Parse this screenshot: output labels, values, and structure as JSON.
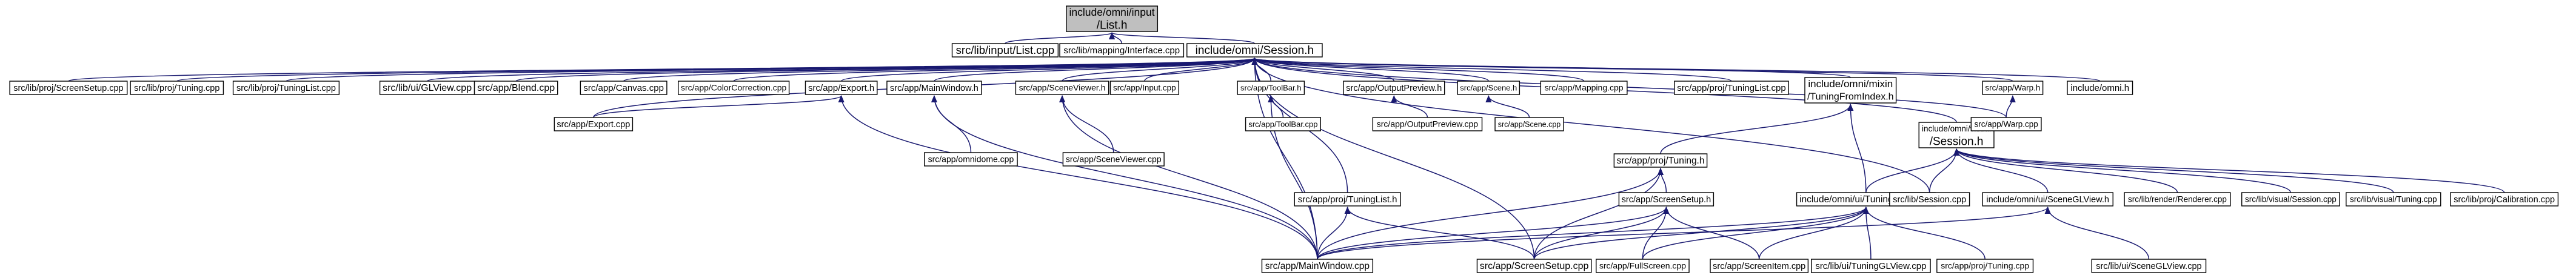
{
  "diagram": {
    "type": "include-dependency-graph",
    "colors": {
      "edge": "#191970",
      "root_fill": "#bfbfbf",
      "node_fill": "#ffffff",
      "border": "#000000"
    },
    "nodes": [
      {
        "id": "root",
        "lines": [
          "include/omni/input",
          "/List.h"
        ],
        "root": true
      },
      {
        "id": "lib_input_list",
        "lines": [
          "src/lib/input/List.cpp"
        ]
      },
      {
        "id": "lib_mapping_iface",
        "lines": [
          "src/lib/mapping/Interface.cpp"
        ]
      },
      {
        "id": "session_h",
        "lines": [
          "include/omni/Session.h"
        ]
      },
      {
        "id": "proj_screensetup",
        "lines": [
          "src/lib/proj/ScreenSetup.cpp"
        ]
      },
      {
        "id": "proj_tuning",
        "lines": [
          "src/lib/proj/Tuning.cpp"
        ]
      },
      {
        "id": "proj_tuninglist",
        "lines": [
          "src/lib/proj/TuningList.cpp"
        ]
      },
      {
        "id": "ui_glview",
        "lines": [
          "src/lib/ui/GLView.cpp"
        ]
      },
      {
        "id": "app_blend",
        "lines": [
          "src/app/Blend.cpp"
        ]
      },
      {
        "id": "app_canvas",
        "lines": [
          "src/app/Canvas.cpp"
        ]
      },
      {
        "id": "app_colorcorr",
        "lines": [
          "src/app/ColorCorrection.cpp"
        ]
      },
      {
        "id": "app_export_h",
        "lines": [
          "src/app/Export.h"
        ]
      },
      {
        "id": "app_mainwindow_h",
        "lines": [
          "src/app/MainWindow.h"
        ]
      },
      {
        "id": "app_sceneviewer_h",
        "lines": [
          "src/app/SceneViewer.h"
        ]
      },
      {
        "id": "app_input",
        "lines": [
          "src/app/Input.cpp"
        ]
      },
      {
        "id": "app_toolbar_h",
        "lines": [
          "src/app/ToolBar.h"
        ]
      },
      {
        "id": "app_outputpreview_h",
        "lines": [
          "src/app/OutputPreview.h"
        ]
      },
      {
        "id": "app_scene_h",
        "lines": [
          "src/app/Scene.h"
        ]
      },
      {
        "id": "app_mapping",
        "lines": [
          "src/app/Mapping.cpp"
        ]
      },
      {
        "id": "app_proj_tuninglist_cpp",
        "lines": [
          "src/app/proj/TuningList.cpp"
        ]
      },
      {
        "id": "mixin_tuningfromindex",
        "lines": [
          "include/omni/mixin",
          "/TuningFromIndex.h"
        ]
      },
      {
        "id": "visual_session_h",
        "lines": [
          "include/omni/visual",
          "/Session.h"
        ]
      },
      {
        "id": "app_warp_h",
        "lines": [
          "src/app/Warp.h"
        ]
      },
      {
        "id": "include_omni_h",
        "lines": [
          "include/omni.h"
        ]
      },
      {
        "id": "app_export_cpp",
        "lines": [
          "src/app/Export.cpp"
        ]
      },
      {
        "id": "app_omnidome",
        "lines": [
          "src/app/omnidome.cpp"
        ]
      },
      {
        "id": "app_sceneviewer_cpp",
        "lines": [
          "src/app/SceneViewer.cpp"
        ]
      },
      {
        "id": "app_toolbar_cpp",
        "lines": [
          "src/app/ToolBar.cpp"
        ]
      },
      {
        "id": "app_outputpreview_cpp",
        "lines": [
          "src/app/OutputPreview.cpp"
        ]
      },
      {
        "id": "app_scene_cpp",
        "lines": [
          "src/app/Scene.cpp"
        ]
      },
      {
        "id": "app_warp_cpp",
        "lines": [
          "src/app/Warp.cpp"
        ]
      },
      {
        "id": "app_proj_tuning_h",
        "lines": [
          "src/app/proj/Tuning.h"
        ]
      },
      {
        "id": "app_proj_tuninglist_h",
        "lines": [
          "src/app/proj/TuningList.h"
        ]
      },
      {
        "id": "app_screensetup_h",
        "lines": [
          "src/app/ScreenSetup.h"
        ]
      },
      {
        "id": "ui_tuningglview_h",
        "lines": [
          "include/omni/ui/TuningGLView.h"
        ]
      },
      {
        "id": "lib_session_cpp",
        "lines": [
          "src/lib/Session.cpp"
        ]
      },
      {
        "id": "ui_sceneglview_h",
        "lines": [
          "include/omni/ui/SceneGLView.h"
        ]
      },
      {
        "id": "render_renderer",
        "lines": [
          "src/lib/render/Renderer.cpp"
        ]
      },
      {
        "id": "visual_session_cpp",
        "lines": [
          "src/lib/visual/Session.cpp"
        ]
      },
      {
        "id": "visual_tuning_cpp",
        "lines": [
          "src/lib/visual/Tuning.cpp"
        ]
      },
      {
        "id": "proj_calibration",
        "lines": [
          "src/lib/proj/Calibration.cpp"
        ]
      },
      {
        "id": "app_mainwindow_cpp",
        "lines": [
          "src/app/MainWindow.cpp"
        ]
      },
      {
        "id": "app_screensetup_cpp",
        "lines": [
          "src/app/ScreenSetup.cpp"
        ]
      },
      {
        "id": "app_fullscreen",
        "lines": [
          "src/app/FullScreen.cpp"
        ]
      },
      {
        "id": "app_screenitem",
        "lines": [
          "src/app/ScreenItem.cpp"
        ]
      },
      {
        "id": "ui_tuningglview_cpp",
        "lines": [
          "src/lib/ui/TuningGLView.cpp"
        ]
      },
      {
        "id": "app_proj_tuning_cpp",
        "lines": [
          "src/app/proj/Tuning.cpp"
        ]
      },
      {
        "id": "ui_sceneglview_cpp",
        "lines": [
          "src/lib/ui/SceneGLView.cpp"
        ]
      }
    ],
    "edges": [
      [
        "lib_input_list",
        "root"
      ],
      [
        "lib_mapping_iface",
        "root"
      ],
      [
        "session_h",
        "root"
      ],
      [
        "proj_screensetup",
        "session_h"
      ],
      [
        "proj_tuning",
        "session_h"
      ],
      [
        "proj_tuninglist",
        "session_h"
      ],
      [
        "ui_glview",
        "session_h"
      ],
      [
        "app_blend",
        "session_h"
      ],
      [
        "app_canvas",
        "session_h"
      ],
      [
        "app_colorcorr",
        "session_h"
      ],
      [
        "app_export_h",
        "session_h"
      ],
      [
        "app_mainwindow_h",
        "session_h"
      ],
      [
        "app_sceneviewer_h",
        "session_h"
      ],
      [
        "app_input",
        "session_h"
      ],
      [
        "app_toolbar_h",
        "session_h"
      ],
      [
        "app_outputpreview_h",
        "session_h"
      ],
      [
        "app_scene_h",
        "session_h"
      ],
      [
        "app_mapping",
        "session_h"
      ],
      [
        "app_proj_tuninglist_cpp",
        "session_h"
      ],
      [
        "mixin_tuningfromindex",
        "session_h"
      ],
      [
        "visual_session_h",
        "session_h"
      ],
      [
        "app_warp_h",
        "session_h"
      ],
      [
        "include_omni_h",
        "session_h"
      ],
      [
        "app_export_cpp",
        "session_h"
      ],
      [
        "app_mainwindow_cpp",
        "session_h"
      ],
      [
        "app_proj_tuninglist_h",
        "session_h"
      ],
      [
        "app_screensetup_cpp",
        "session_h"
      ],
      [
        "lib_session_cpp",
        "session_h"
      ],
      [
        "app_warp_cpp",
        "session_h"
      ],
      [
        "app_export_cpp",
        "app_export_h"
      ],
      [
        "app_mainwindow_cpp",
        "app_export_h"
      ],
      [
        "app_omnidome",
        "app_mainwindow_h"
      ],
      [
        "app_mainwindow_cpp",
        "app_mainwindow_h"
      ],
      [
        "app_sceneviewer_cpp",
        "app_sceneviewer_h"
      ],
      [
        "app_mainwindow_cpp",
        "app_sceneviewer_h"
      ],
      [
        "app_toolbar_cpp",
        "app_toolbar_h"
      ],
      [
        "app_mainwindow_cpp",
        "app_toolbar_h"
      ],
      [
        "app_outputpreview_cpp",
        "app_outputpreview_h"
      ],
      [
        "app_scene_cpp",
        "app_scene_h"
      ],
      [
        "app_proj_tuning_h",
        "mixin_tuningfromindex"
      ],
      [
        "ui_tuningglview_h",
        "mixin_tuningfromindex"
      ],
      [
        "app_warp_cpp",
        "app_warp_h"
      ],
      [
        "ui_tuningglview_h",
        "visual_session_h"
      ],
      [
        "lib_session_cpp",
        "visual_session_h"
      ],
      [
        "ui_sceneglview_h",
        "visual_session_h"
      ],
      [
        "render_renderer",
        "visual_session_h"
      ],
      [
        "visual_session_cpp",
        "visual_session_h"
      ],
      [
        "visual_tuning_cpp",
        "visual_session_h"
      ],
      [
        "proj_calibration",
        "visual_session_h"
      ],
      [
        "app_mainwindow_cpp",
        "app_proj_tuning_h"
      ],
      [
        "app_screensetup_cpp",
        "app_proj_tuning_h"
      ],
      [
        "app_screensetup_h",
        "app_proj_tuning_h"
      ],
      [
        "app_mainwindow_cpp",
        "app_proj_tuninglist_h"
      ],
      [
        "app_screensetup_cpp",
        "app_proj_tuninglist_h"
      ],
      [
        "app_mainwindow_cpp",
        "app_screensetup_h"
      ],
      [
        "app_screensetup_cpp",
        "app_screensetup_h"
      ],
      [
        "app_fullscreen",
        "app_screensetup_h"
      ],
      [
        "app_screenitem",
        "app_screensetup_h"
      ],
      [
        "app_mainwindow_cpp",
        "ui_tuningglview_h"
      ],
      [
        "app_screensetup_cpp",
        "ui_tuningglview_h"
      ],
      [
        "app_fullscreen",
        "ui_tuningglview_h"
      ],
      [
        "app_screenitem",
        "ui_tuningglview_h"
      ],
      [
        "ui_tuningglview_cpp",
        "ui_tuningglview_h"
      ],
      [
        "app_proj_tuning_cpp",
        "ui_tuningglview_h"
      ],
      [
        "app_mainwindow_cpp",
        "ui_sceneglview_h"
      ],
      [
        "ui_sceneglview_cpp",
        "ui_sceneglview_h"
      ]
    ]
  }
}
